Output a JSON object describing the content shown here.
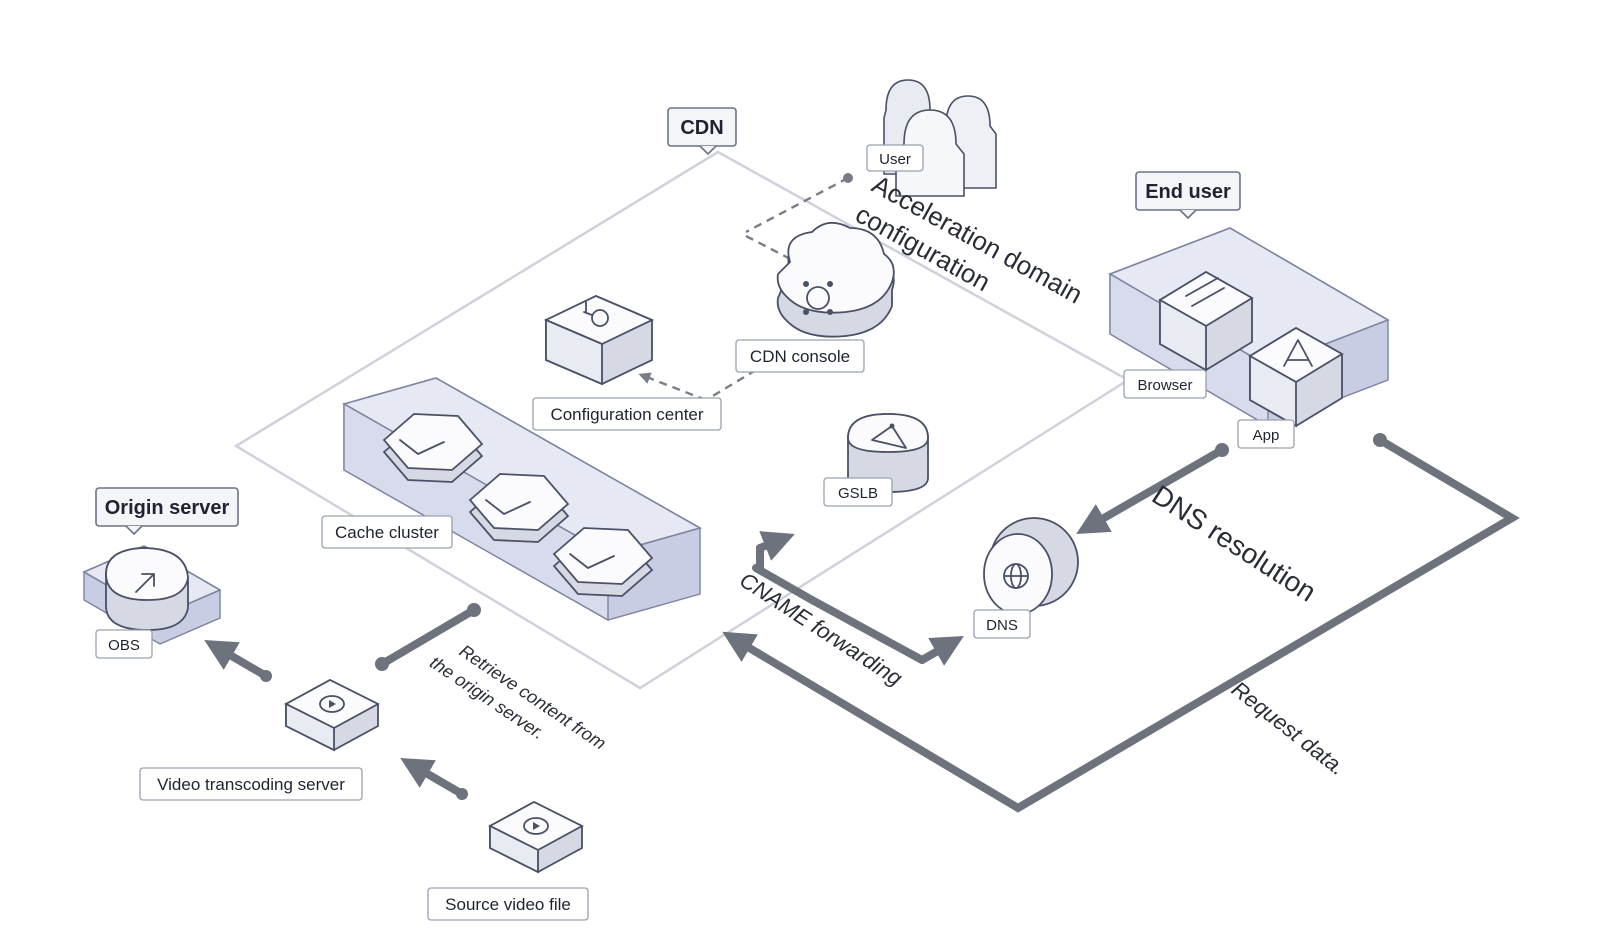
{
  "groups": {
    "cdn": "CDN",
    "end_user": "End user",
    "origin_server": "Origin server"
  },
  "nodes": {
    "user": "User",
    "cdn_console": "CDN console",
    "configuration_center": "Configuration center",
    "gslb": "GSLB",
    "cache_cluster": "Cache cluster",
    "browser": "Browser",
    "app": "App",
    "dns": "DNS",
    "obs": "OBS",
    "video_transcoding_server": "Video transcoding server",
    "source_video_file": "Source video file"
  },
  "flows": {
    "acceleration_domain_line1": "Acceleration domain",
    "acceleration_domain_line2": "configuration",
    "dns_resolution": "DNS resolution",
    "cname_forwarding": "CNAME forwarding",
    "request_data": "Request data.",
    "retrieve_line1": "Retrieve content from",
    "retrieve_line2": "the origin server."
  },
  "colors": {
    "arrow": "#6e727d",
    "platform": "#e6e8f4",
    "outline": "#4a5066"
  }
}
